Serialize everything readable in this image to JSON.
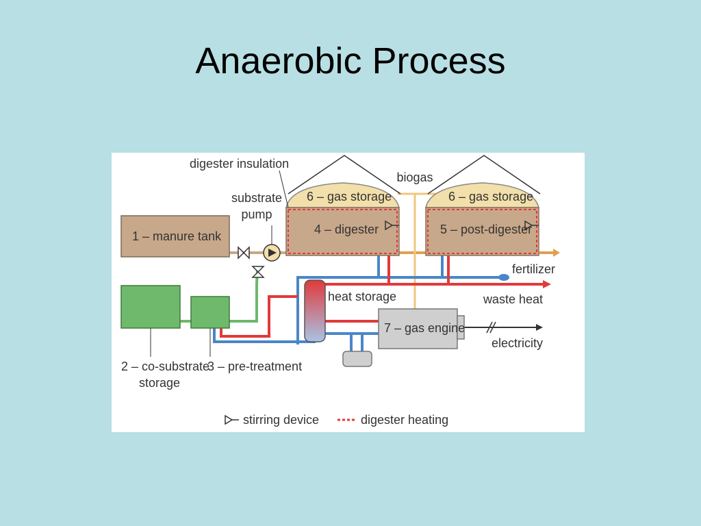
{
  "slide": {
    "title": "Anaerobic Process"
  },
  "diagram": {
    "labels": {
      "digester_insulation": "digester insulation",
      "substrate_pump_line1": "substrate",
      "substrate_pump_line2": "pump",
      "biogas": "biogas",
      "gas_storage_left": "6 – gas storage",
      "gas_storage_right": "6 – gas storage",
      "manure_tank": "1 – manure tank",
      "digester": "4 – digester",
      "post_digester": "5 – post-digester",
      "fertilizer": "fertilizer",
      "heat_storage": "heat storage",
      "waste_heat": "waste heat",
      "gas_engine": "7 – gas engine",
      "electricity": "electricity",
      "co_substrate_line1": "2 – co-substrate",
      "co_substrate_line2": "storage",
      "pre_treatment": "3 – pre-treatment"
    },
    "legend": {
      "stirring_device": "stirring device",
      "digester_heating": "digester heating"
    },
    "colors": {
      "tank_fill": "#c8a88a",
      "storage_green": "#6fb96c",
      "gas_dome": "#f2dfaa",
      "hot_pipe": "#e03a3a",
      "cold_pipe": "#4a86c8",
      "substrate_pipe": "#6db86b",
      "biogas_pipe": "#f0c67d",
      "engine_gray": "#cfcfcf"
    }
  }
}
